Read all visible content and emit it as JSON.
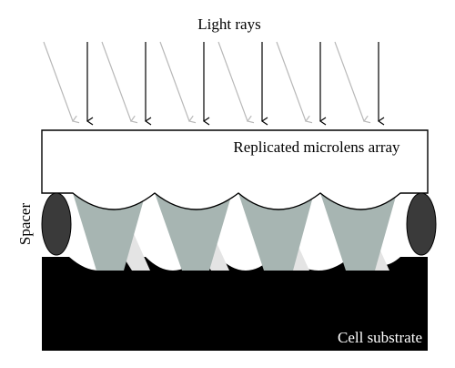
{
  "labels": {
    "light_rays": "Light rays",
    "microlens_array": "Replicated microlens array",
    "spacer": "Spacer",
    "cell_substrate": "Cell substrate"
  },
  "colors": {
    "ray_vertical": "#000000",
    "ray_oblique": "#b8b8b8",
    "array_outline": "#000000",
    "array_fill": "#ffffff",
    "focus_cone": "#a7b5b2",
    "oblique_cone": "#e4e4e4",
    "spacer_fill": "#3a3a3a",
    "substrate_fill": "#000000"
  }
}
